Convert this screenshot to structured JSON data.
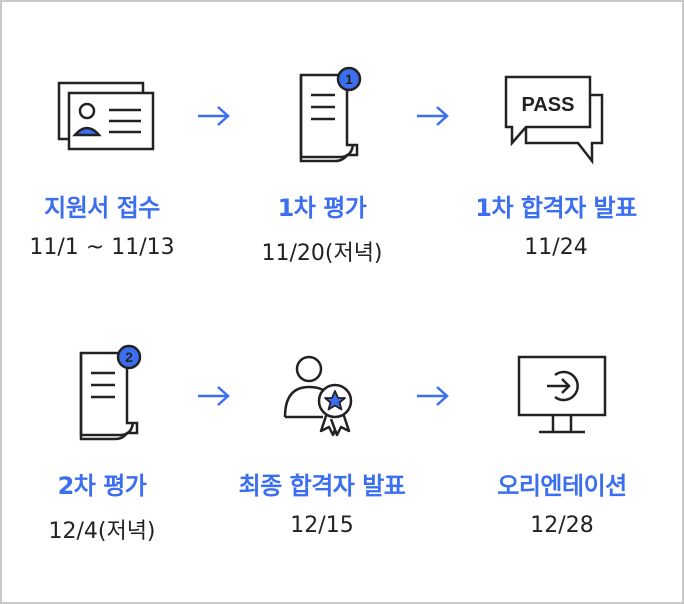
{
  "steps": [
    {
      "title": "지원서 접수",
      "date": "11/1 ~ 11/13",
      "icon": "id-card-icon"
    },
    {
      "title": "1차 평가",
      "date": "11/20(저녁)",
      "icon": "document-icon",
      "badge": "1"
    },
    {
      "title": "1차 합격자 발표",
      "date": "11/24",
      "icon": "pass-chat-icon",
      "badge_text": "PASS"
    },
    {
      "title": "2차 평가",
      "date": "12/4(저녁)",
      "icon": "document-icon",
      "badge": "2"
    },
    {
      "title": "최종 합격자 발표",
      "date": "12/15",
      "icon": "user-award-icon"
    },
    {
      "title": "오리엔테이션",
      "date": "12/28",
      "icon": "monitor-login-icon"
    }
  ],
  "colors": {
    "accent": "#3c6ff0",
    "line": "#222222",
    "border": "#c9c9c9"
  }
}
